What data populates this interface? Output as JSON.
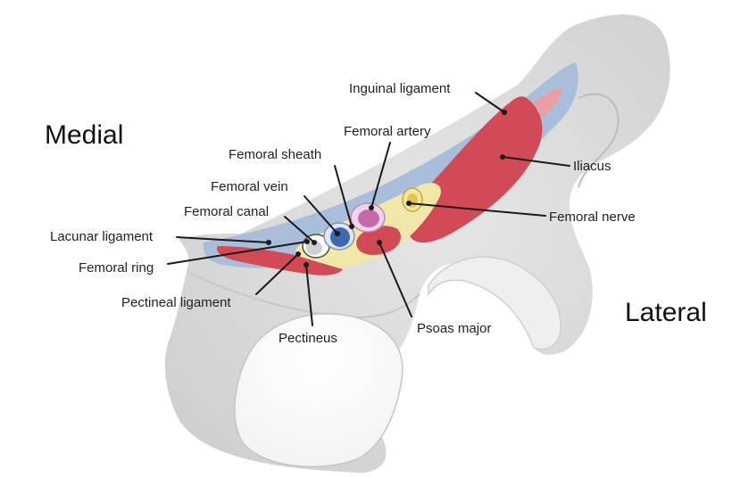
{
  "orientation": {
    "medial": "Medial",
    "lateral": "Lateral"
  },
  "labels": {
    "inguinal_ligament": "Inguinal ligament",
    "femoral_artery": "Femoral artery",
    "femoral_sheath": "Femoral sheath",
    "femoral_vein": "Femoral vein",
    "femoral_canal": "Femoral canal",
    "lacunar_ligament": "Lacunar ligament",
    "femoral_ring": "Femoral ring",
    "pectineal_ligament": "Pectineal ligament",
    "pectineus": "Pectineus",
    "psoas_major": "Psoas major",
    "iliacus": "Iliacus",
    "femoral_nerve": "Femoral nerve"
  },
  "colors": {
    "bone": "#dcdcdc",
    "bone_shadow": "#c4c4c4",
    "ligament": "#a9bedb",
    "sheath_fat": "#f1e8a8",
    "muscle": "#d34a57",
    "artery": "#c56aa6",
    "vein": "#3c68b0",
    "nerve": "#e8c24e"
  }
}
